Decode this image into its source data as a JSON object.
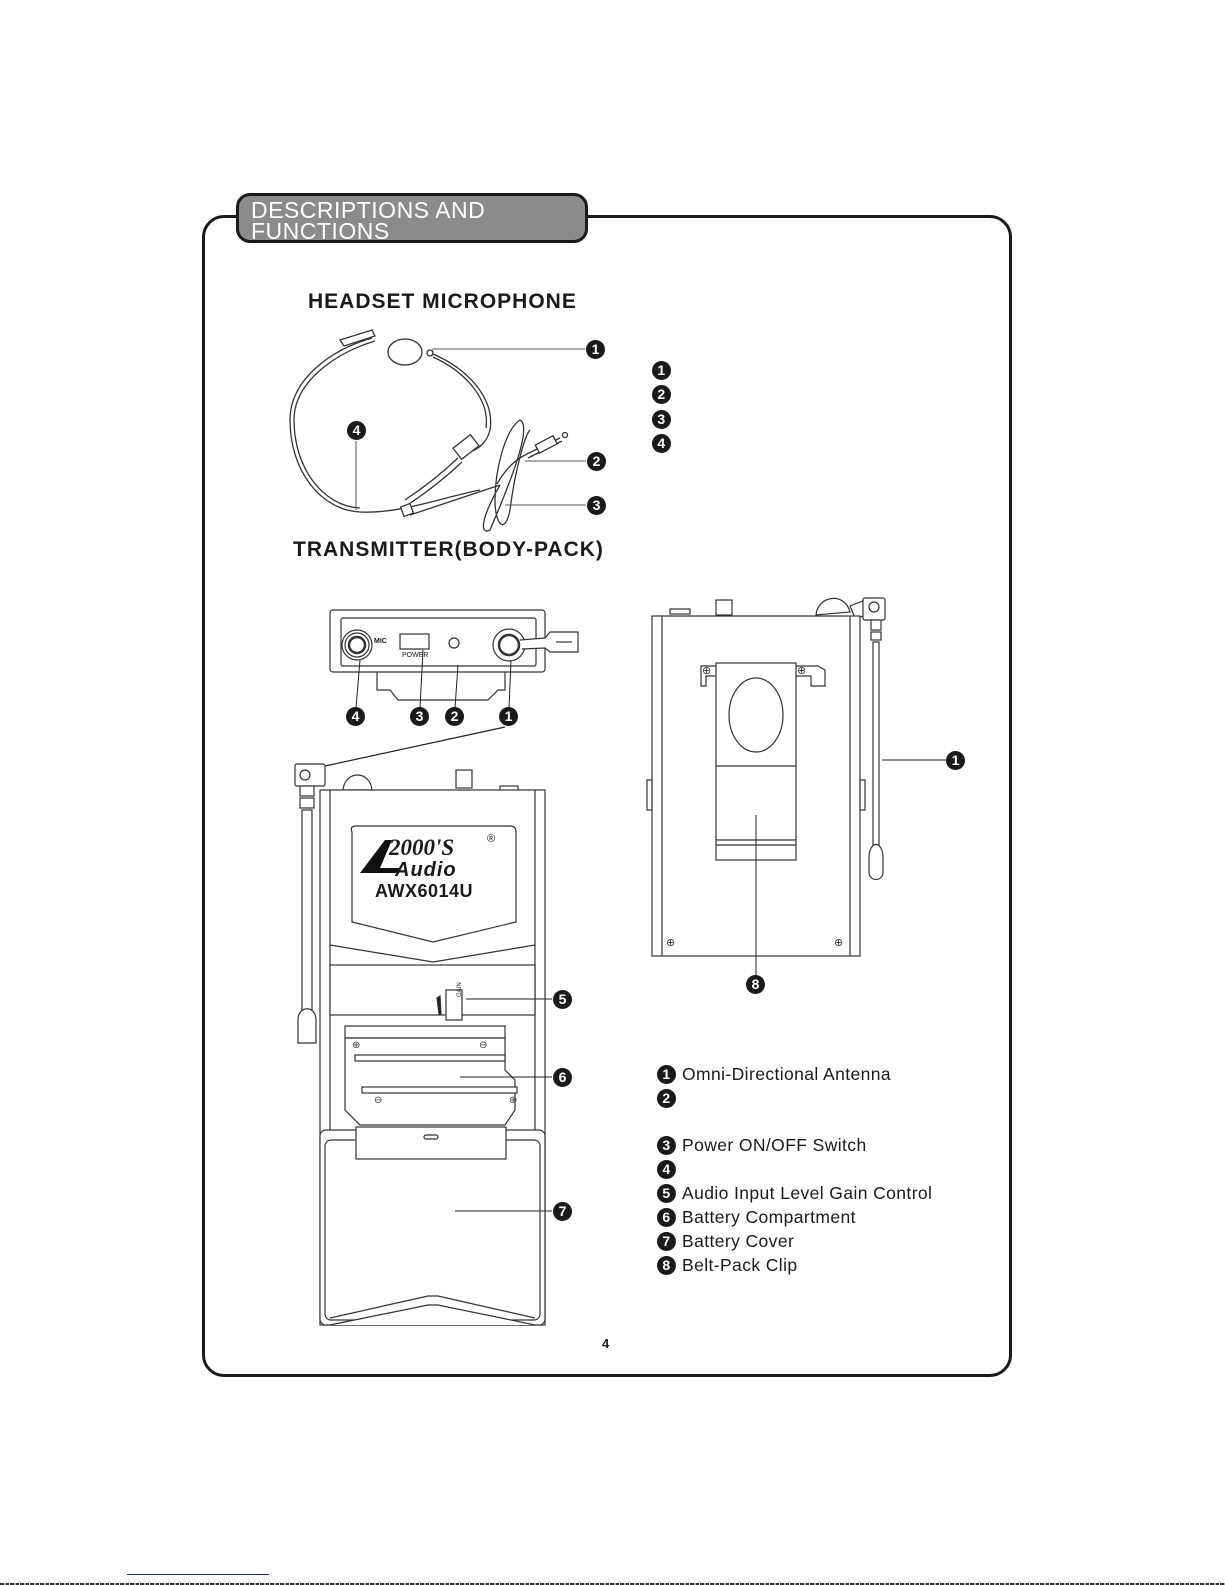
{
  "section_tab": {
    "line1": "DESCRIPTIONS AND",
    "line2": "FUNCTIONS"
  },
  "headset": {
    "title": "HEADSET MICROPHONE",
    "legend": [
      {
        "num": "1",
        "label": ""
      },
      {
        "num": "2",
        "label": ""
      },
      {
        "num": "3",
        "label": ""
      },
      {
        "num": "4",
        "label": ""
      }
    ],
    "callouts": [
      "1",
      "2",
      "3",
      "4"
    ]
  },
  "transmitter": {
    "title": "TRANSMITTER(BODY-PACK)",
    "top_panel": {
      "mic_label": "MIC",
      "power_label": "POWER",
      "callouts": [
        "4",
        "3",
        "2",
        "1"
      ]
    },
    "front": {
      "brand_top": "2000'S",
      "brand_registered": "®",
      "brand_bottom": "Audio",
      "model": "AWX6014U",
      "gain_label": "GAIN",
      "callouts": [
        "5",
        "6",
        "7"
      ]
    },
    "back": {
      "callouts": [
        "1",
        "8"
      ]
    },
    "legend": [
      {
        "num": "1",
        "label": "Omni-Directional Antenna"
      },
      {
        "num": "2",
        "label": ""
      },
      {
        "num": "3",
        "label": "Power  ON/OFF Switch"
      },
      {
        "num": "4",
        "label": ""
      },
      {
        "num": "5",
        "label": "Audio  Input  Level Gain Control"
      },
      {
        "num": "6",
        "label": "Battery Compartment"
      },
      {
        "num": "7",
        "label": "Battery Cover"
      },
      {
        "num": "8",
        "label": "Belt-Pack Clip"
      }
    ]
  },
  "page_number": "4"
}
